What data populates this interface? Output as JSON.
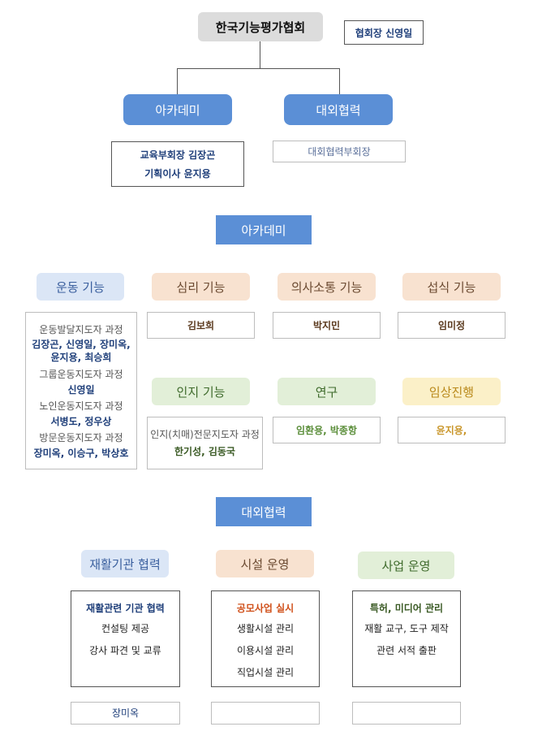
{
  "top": {
    "org": "한국기능평가협회",
    "president": "협회장 신영일"
  },
  "branches": {
    "academy": {
      "title": "아카데미",
      "officers": [
        "교육부회장 김장곤",
        "기획이사 윤지용"
      ]
    },
    "external": {
      "title": "대외협력",
      "officer": "대회협력부회장"
    }
  },
  "academy": {
    "title": "아카데미",
    "exercise": {
      "title": "운동 기능",
      "lines": [
        "운동발달지도자 과정",
        "김장곤, 신영일, 장미옥,",
        "윤지용, 최승희",
        "그룹운동지도자 과정",
        "신영일",
        "노인운동지도자 과정",
        "서병도, 정우상",
        "방문운동지도자 과정",
        "장미옥,  이승구,  박상호"
      ]
    },
    "psych": {
      "title": "심리 기능",
      "member": "김보희"
    },
    "comm": {
      "title": "의사소통 기능",
      "member": "박지민"
    },
    "eating": {
      "title": "섭식 기능",
      "member": "임미정"
    },
    "cognition": {
      "title": "인지 기능",
      "course": "인지(치매)전문지도자 과정",
      "members": "한기성, 김동국"
    },
    "research": {
      "title": "연구",
      "members": "임환용, 박종항"
    },
    "clinical": {
      "title": "임상진행",
      "members": "윤지용,"
    }
  },
  "external": {
    "title": "대외협력",
    "rehab": {
      "title": "재활기관 협력",
      "head": "재활관련 기관 협력",
      "items": [
        "컨설팅 제공",
        "강사 파견 및 교류"
      ],
      "member": "장미옥"
    },
    "facility": {
      "title": "시설 운영",
      "head": "공모사업 실시",
      "items": [
        "생활시설 관리",
        "이용시설 관리",
        "직업시설 관리"
      ],
      "member": ""
    },
    "business": {
      "title": "사업 운영",
      "head": "특허, 미디어 관리",
      "items": [
        "재활 교구, 도구 제작",
        "관련 서적 출판"
      ],
      "member": ""
    }
  },
  "colors": {
    "primary_blue": "#5b8fd6",
    "top_grey": "#dcdcdc",
    "chip_blue": "#dbe6f6",
    "chip_orange": "#f8e2d0",
    "chip_green": "#e2efd8",
    "chip_yellow": "#fbf0c8"
  }
}
